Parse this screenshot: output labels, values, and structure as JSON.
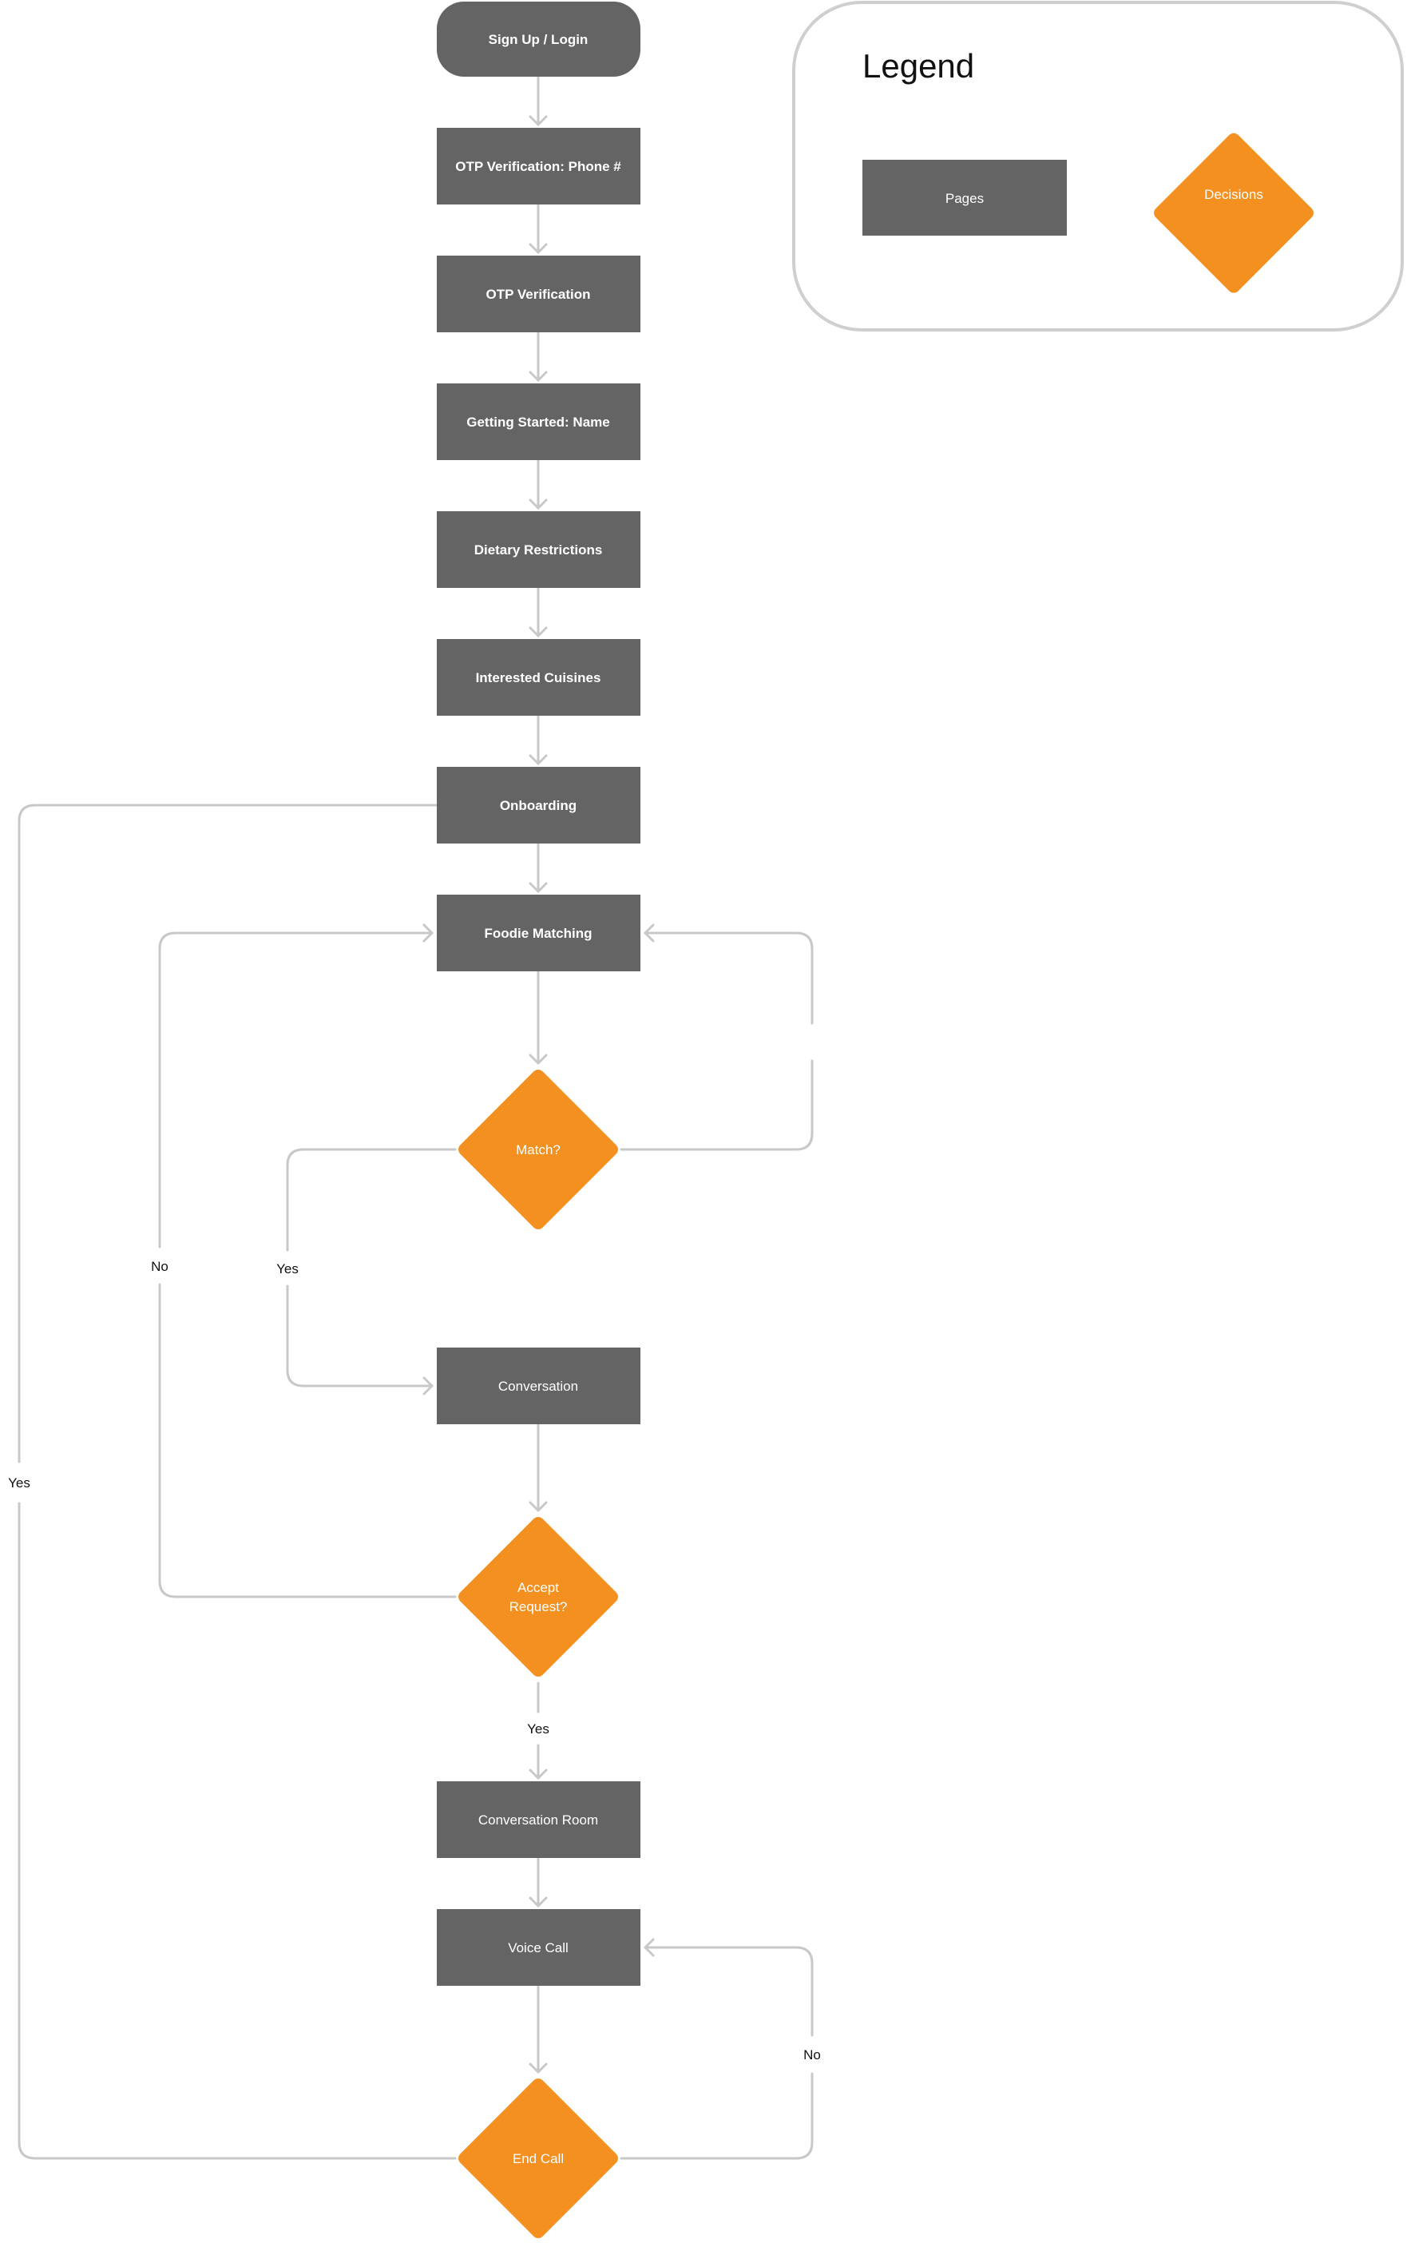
{
  "colors": {
    "page_fill": "#646464",
    "decision_fill": "#F39020",
    "connector": "#C8C8C8",
    "legend_border": "#CFCFCF"
  },
  "legend": {
    "title": "Legend",
    "pages_label": "Pages",
    "decisions_label": "Decisions"
  },
  "nodes": {
    "signup": "Sign Up / Login",
    "otp_phone": "OTP Verification: Phone #",
    "otp": "OTP Verification",
    "getting_started": "Getting Started: Name",
    "dietary": "Dietary Restrictions",
    "cuisines": "Interested Cuisines",
    "onboarding": "Onboarding",
    "foodie_matching": "Foodie Matching",
    "match": "Match?",
    "conversation": "Conversation",
    "accept_line1": "Accept",
    "accept_line2": "Request?",
    "conversation_room": "Conversation Room",
    "voice_call": "Voice Call",
    "end_call": "End Call"
  },
  "edge_labels": {
    "match_yes": "Yes",
    "accept_no": "No",
    "accept_yes": "Yes",
    "end_call_yes": "Yes",
    "end_call_no": "No"
  }
}
